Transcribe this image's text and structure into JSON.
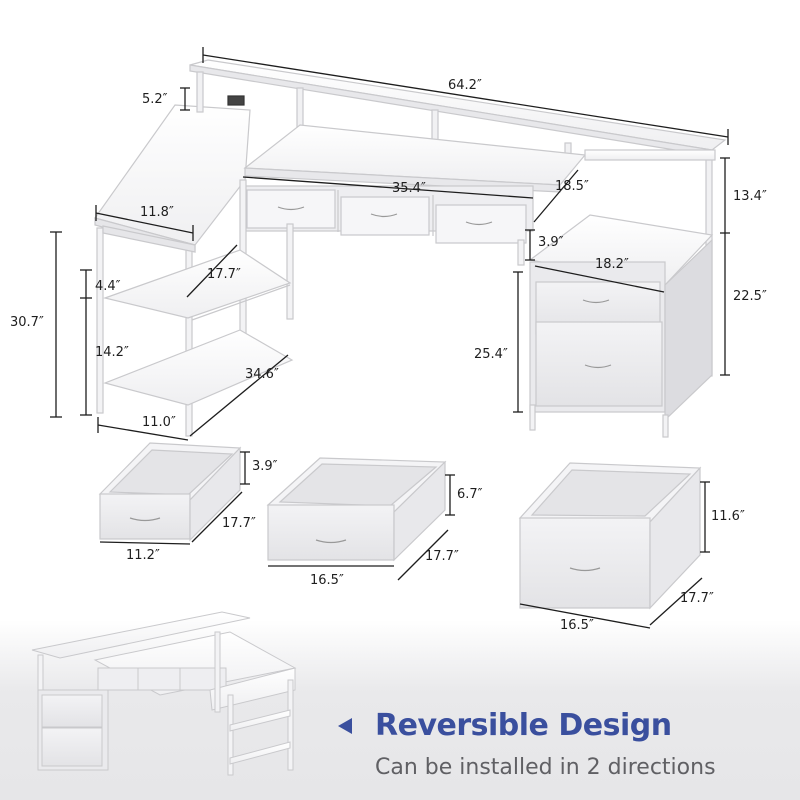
{
  "dimensions": {
    "total_width": "64.2″",
    "riser_height": "5.2″",
    "desk_width": "35.4″",
    "riser_depth": "18.5″",
    "side_shelf_height": "13.4″",
    "shelf_width": "11.8″",
    "shelf_depth": "17.7″",
    "keyboard_gap": "3.9″",
    "cabinet_width": "18.2″",
    "total_height": "30.7″",
    "top_shelf_gap": "4.4″",
    "mid_shelf_gap": "14.2″",
    "return_length": "34.6″",
    "cabinet_height": "22.5″",
    "knee_height": "25.4″",
    "shelf_bottom_width": "11.0″"
  },
  "drawers": [
    {
      "width": "11.2″",
      "depth": "17.7″",
      "height": "3.9″"
    },
    {
      "width": "16.5″",
      "depth": "17.7″",
      "height": "6.7″"
    },
    {
      "width": "16.5″",
      "depth": "17.7″",
      "height": "11.6″"
    }
  ],
  "banner": {
    "title": "Reversible Design",
    "subtitle": "Can be installed in 2 directions"
  },
  "colors": {
    "accent": "#3a4f9e",
    "subtitle": "#606064",
    "furniture_edge": "#c9c9cc"
  }
}
